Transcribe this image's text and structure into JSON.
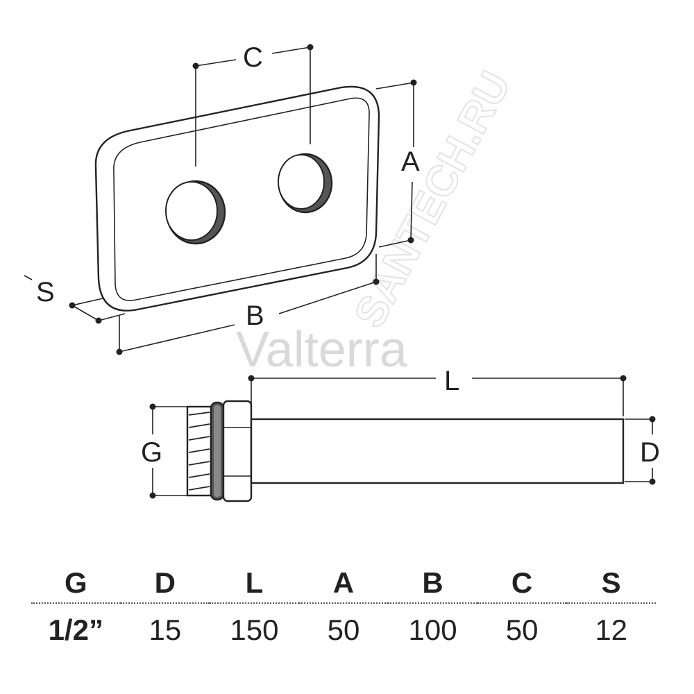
{
  "watermark": {
    "brand": "Valterra",
    "site": "SANTECH.RU"
  },
  "labels": {
    "C_top": "C",
    "A_side": "A",
    "S_side": "S",
    "B_bottom": "B",
    "L_top": "L",
    "G_left": "G",
    "D_right": "D"
  },
  "table": {
    "headers": [
      "G",
      "D",
      "L",
      "A",
      "B",
      "C",
      "S"
    ],
    "values": [
      "1/2”",
      "15",
      "150",
      "50",
      "100",
      "50",
      "12"
    ]
  }
}
